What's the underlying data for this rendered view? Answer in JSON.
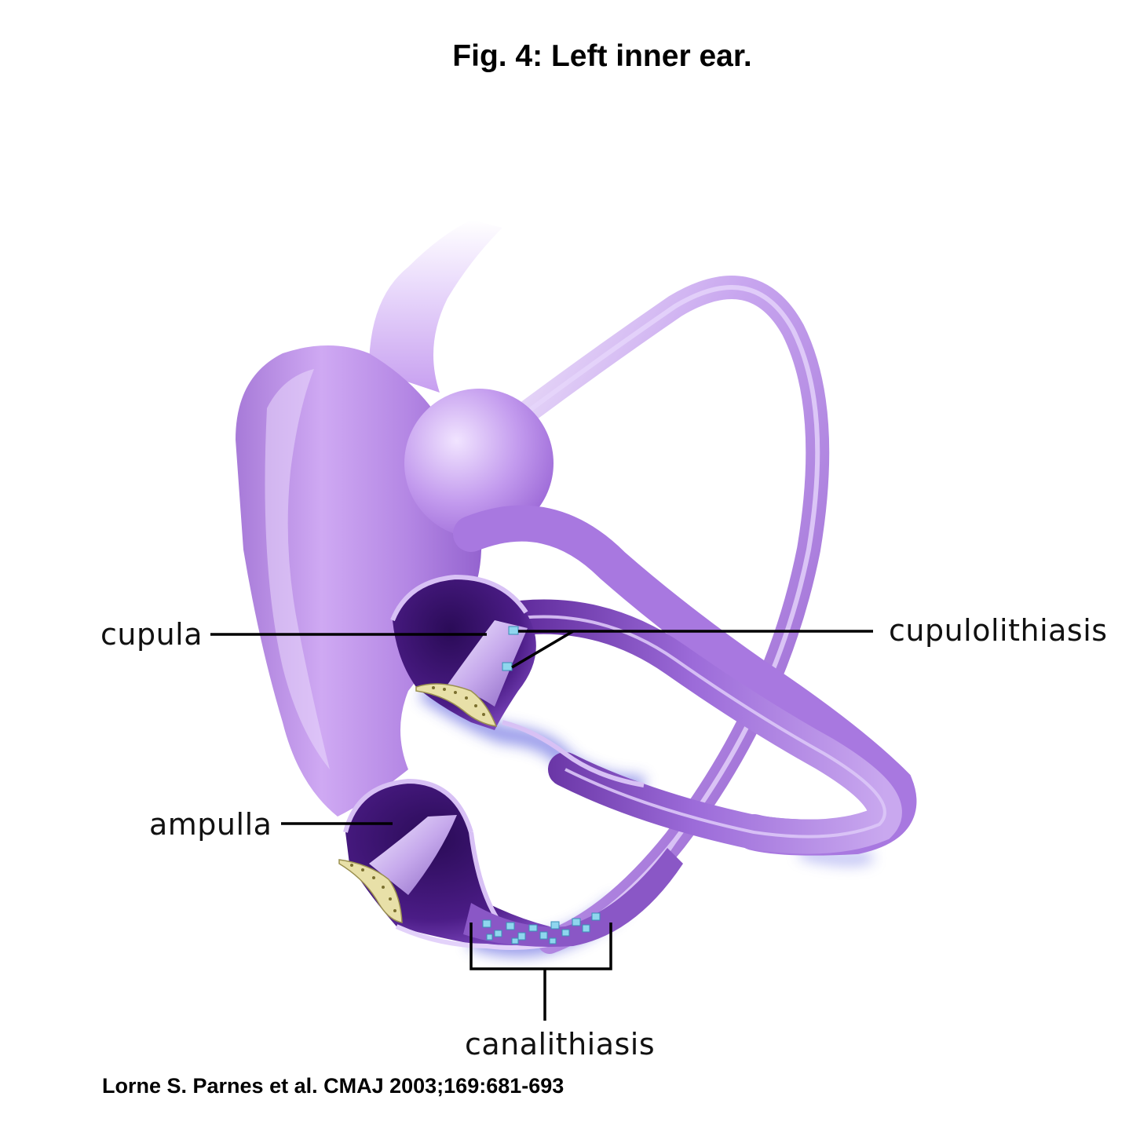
{
  "figure": {
    "title": "Fig. 4: Left inner ear.",
    "credit": "Lorne S. Parnes et al. CMAJ 2003;169:681-693"
  },
  "labels": {
    "cupula": "cupula",
    "ampulla": "ampulla",
    "cupulolithiasis": "cupulolithiasis",
    "canalithiasis": "canalithiasis"
  },
  "colors": {
    "labyrinth_main": "#b07fe0",
    "labyrinth_light": "#e9d9fb",
    "labyrinth_dark": "#3a0f6e",
    "canal_wall": "#d9c3f5",
    "hair_cells": "#e8e0a8",
    "otoconia": "#8fd6ee",
    "shadow": "#3b3fd8"
  }
}
